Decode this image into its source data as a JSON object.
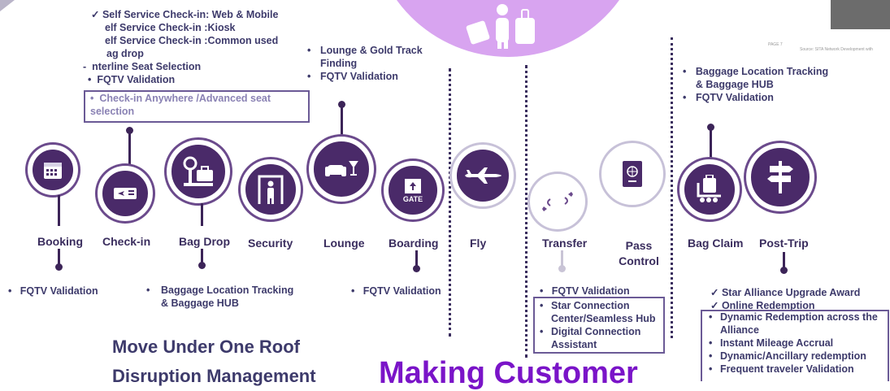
{
  "colors": {
    "primary": "#4a2a69",
    "accent": "#d8a4f0",
    "headline": "#7a14c8",
    "text": "#3d3a6b",
    "muted": "#c9c4d6"
  },
  "header_badge": {
    "icon": "traveler-luggage-icon",
    "bg": "#d8a4f0"
  },
  "top_right": {
    "page_label": "PAGE 7",
    "source": "Source: SITA Network Development with"
  },
  "checkin_top": {
    "items": [
      "✓ Self Service Check-in: Web & Mobile",
      "elf Service Check-in :Kiosk",
      "elf Service Check-in :Common used",
      "ag drop",
      "nterline Seat Selection",
      "FQTV Validation"
    ],
    "boxed": "Check-in Anywhere /Advanced seat selection"
  },
  "lounge_top": {
    "items": [
      "Lounge & Gold Track Finding",
      "FQTV Validation"
    ]
  },
  "bagclaim_top": {
    "items": [
      "Baggage Location Tracking & Baggage HUB",
      "FQTV Validation"
    ]
  },
  "stages": [
    {
      "label": "Booking",
      "icon": "calendar-icon"
    },
    {
      "label": "Check-in",
      "icon": "boarding-pass-icon"
    },
    {
      "label": "Bag Drop",
      "icon": "bag-scale-icon"
    },
    {
      "label": "Security",
      "icon": "security-scanner-icon"
    },
    {
      "label": "Lounge",
      "icon": "armchair-icon"
    },
    {
      "label": "Boarding",
      "icon": "gate-icon"
    },
    {
      "label": "Fly",
      "icon": "airplane-icon"
    },
    {
      "label": "Transfer",
      "icon": "transfer-planes-icon"
    },
    {
      "label": "Pass Control",
      "icon": "passport-icon"
    },
    {
      "label": "Bag Claim",
      "icon": "baggage-cart-icon"
    },
    {
      "label": "Post-Trip",
      "icon": "signpost-icon"
    }
  ],
  "bottom": {
    "booking": "FQTV Validation",
    "bagdrop": "Baggage Location Tracking & Baggage HUB",
    "boarding": "FQTV Validation",
    "transfer_first": "FQTV Validation",
    "transfer_boxed": [
      "Star Connection Center/Seamless Hub",
      "Digital Connection Assistant"
    ],
    "posttrip_checks": [
      "✓ Star Alliance Upgrade Award",
      "✓ Online Redemption"
    ],
    "posttrip_boxed": [
      "Dynamic Redemption across the Alliance",
      "Instant Mileage Accrual",
      "Dynamic/Ancillary redemption",
      "Frequent traveler Validation"
    ]
  },
  "footer": {
    "move": "Move Under One Roof",
    "disruption": "Disruption Management",
    "making": "Making Customer"
  }
}
